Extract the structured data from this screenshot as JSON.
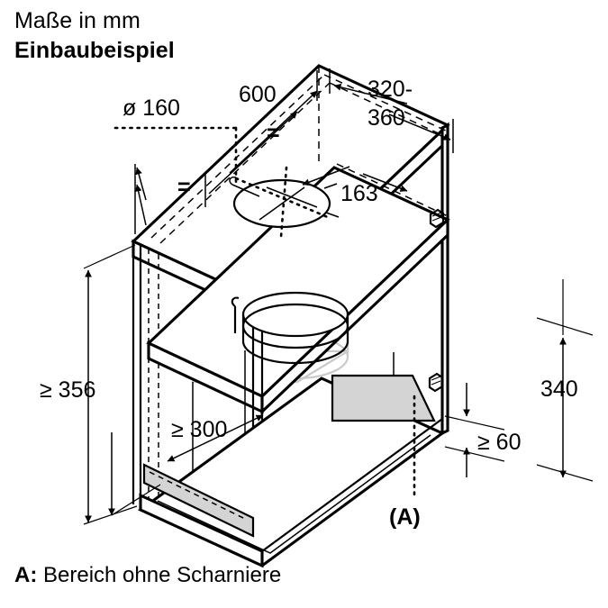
{
  "header": {
    "units_note": "Maße in mm",
    "drawing_title": "Einbaubeispiel"
  },
  "footer": {
    "legend_key": "A:",
    "legend_text": "Bereich ohne Scharniere"
  },
  "diagram": {
    "type": "isometric-installation-drawing",
    "marker_label": "(A)",
    "equal_symbol": "=",
    "dimensions": {
      "duct_diameter": "ø 160",
      "cabinet_width": "600",
      "cabinet_depth": "320-360",
      "cutout_offset": "163",
      "total_height_min": "≥ 356",
      "niche_height_min": "≥ 300",
      "side_height": "340",
      "bottom_gap_min": "≥ 60"
    },
    "colors": {
      "line": "#000000",
      "shaded_area": "#d4d4d4",
      "ghost_outline": "#c9c9c9",
      "background": "#ffffff"
    }
  }
}
